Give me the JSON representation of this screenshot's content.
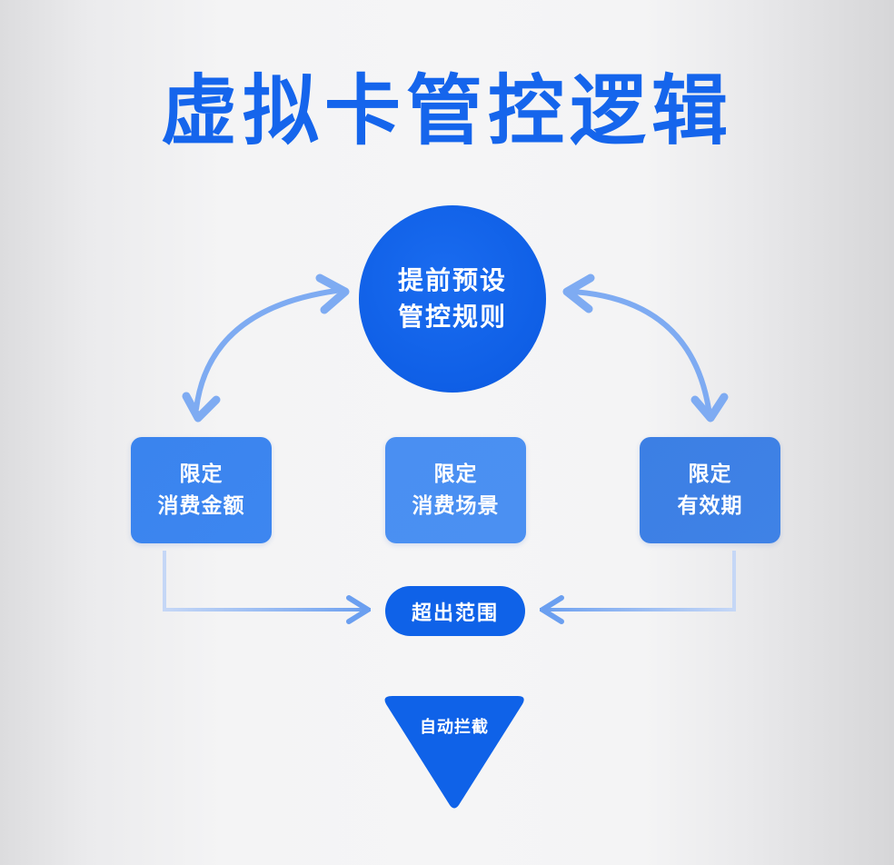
{
  "title": "虚拟卡管控逻辑",
  "colors": {
    "primary": "#1565ec",
    "box": "#3d86f0",
    "arrow": "#7aa8f2",
    "background": "#f3f3f4"
  },
  "center_node": {
    "line1": "提前预设",
    "line2": "管控规则",
    "shape": "circle"
  },
  "rule_boxes": [
    {
      "line1": "限定",
      "line2": "消费金额"
    },
    {
      "line1": "限定",
      "line2": "消费场景"
    },
    {
      "line1": "限定",
      "line2": "有效期"
    }
  ],
  "exceed_node": {
    "label": "超出范围",
    "shape": "pill"
  },
  "result_node": {
    "label": "自动拦截",
    "shape": "inverted-triangle"
  },
  "edges": [
    {
      "from": "提前预设管控规则",
      "to": "限定消费金额",
      "type": "bidirectional-curve"
    },
    {
      "from": "提前预设管控规则",
      "to": "限定有效期",
      "type": "bidirectional-curve"
    },
    {
      "from": "限定消费金额",
      "to": "超出范围",
      "type": "elbow-arrow"
    },
    {
      "from": "限定有效期",
      "to": "超出范围",
      "type": "elbow-arrow"
    }
  ]
}
